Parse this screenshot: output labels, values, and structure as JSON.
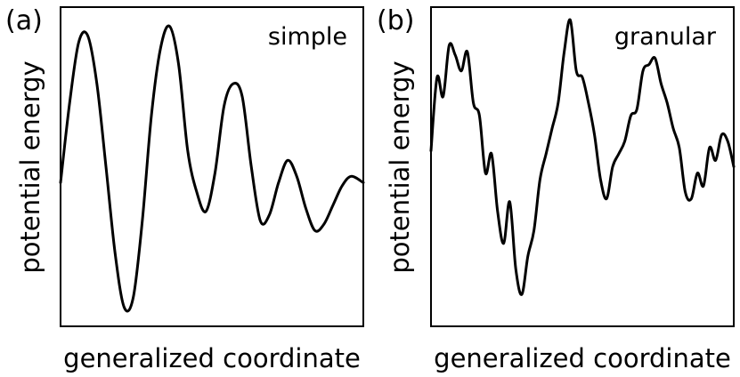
{
  "chart_data": [
    {
      "type": "line",
      "panel": "(a)",
      "title": "simple",
      "xlabel": "generalized coordinate",
      "ylabel": "potential energy",
      "xticks": "none",
      "yticks": "none",
      "grid": false,
      "xlim": [
        0,
        100
      ],
      "ylim": [
        0,
        100
      ],
      "series": [
        {
          "color": "#000000",
          "x": [
            0,
            3,
            6,
            9,
            12,
            15,
            18,
            21,
            24,
            27,
            30,
            33,
            36,
            39,
            42,
            45,
            48,
            51,
            54,
            57,
            60,
            63,
            66,
            69,
            72,
            75,
            78,
            81,
            84,
            87,
            90,
            93,
            96,
            100
          ],
          "y": [
            45,
            70,
            89,
            91,
            76,
            50,
            23,
            6,
            9,
            33,
            66,
            87,
            94,
            82,
            55,
            42,
            36,
            48,
            69,
            76,
            72,
            50,
            33,
            35,
            45,
            52,
            47,
            37,
            30,
            32,
            38,
            44,
            47,
            45
          ]
        }
      ]
    },
    {
      "type": "line",
      "panel": "(b)",
      "title": "granular",
      "xlabel": "generalized coordinate",
      "ylabel": "potential energy",
      "xticks": "none",
      "yticks": "none",
      "grid": false,
      "xlim": [
        0,
        100
      ],
      "ylim": [
        0,
        100
      ],
      "series": [
        {
          "color": "#000000",
          "x": [
            0,
            2,
            4,
            6,
            8,
            10,
            12,
            14,
            16,
            18,
            20,
            22,
            24,
            26,
            28,
            30,
            32,
            34,
            36,
            38,
            40,
            42,
            44,
            46,
            48,
            50,
            52,
            54,
            56,
            58,
            60,
            62,
            64,
            66,
            68,
            70,
            72,
            74,
            76,
            78,
            80,
            82,
            84,
            86,
            88,
            90,
            92,
            94,
            96,
            98,
            100
          ],
          "y": [
            55,
            78,
            72,
            88,
            85,
            80,
            86,
            70,
            66,
            48,
            54,
            36,
            26,
            39,
            18,
            10,
            22,
            30,
            46,
            54,
            62,
            70,
            86,
            96,
            80,
            78,
            70,
            60,
            46,
            40,
            50,
            54,
            58,
            66,
            68,
            80,
            82,
            84,
            76,
            70,
            62,
            56,
            42,
            40,
            48,
            44,
            56,
            52,
            60,
            58,
            50
          ]
        }
      ]
    }
  ]
}
